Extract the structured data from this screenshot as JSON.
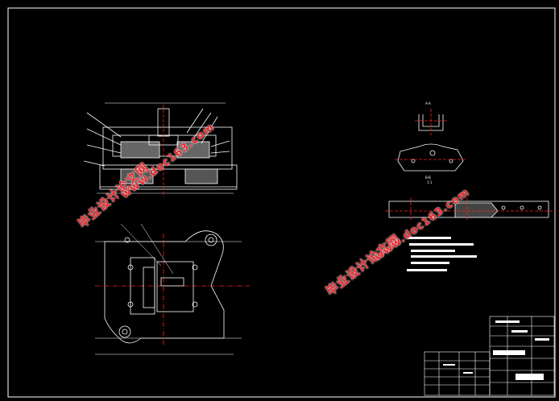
{
  "drawing": {
    "background": "#000000",
    "line_color": "#ffffff",
    "center_line_color": "#ff2020",
    "watermark_color": "#e8262a"
  },
  "watermarks": [
    {
      "cn": "毕业设计论文网",
      "url": "www.doc163.com"
    },
    {
      "cn": "毕业设计论文网",
      "url": "www.doc163.com"
    }
  ],
  "labels": {
    "section_top": "A-A",
    "section_mid": "B-B",
    "scale_mark": "1:1"
  }
}
